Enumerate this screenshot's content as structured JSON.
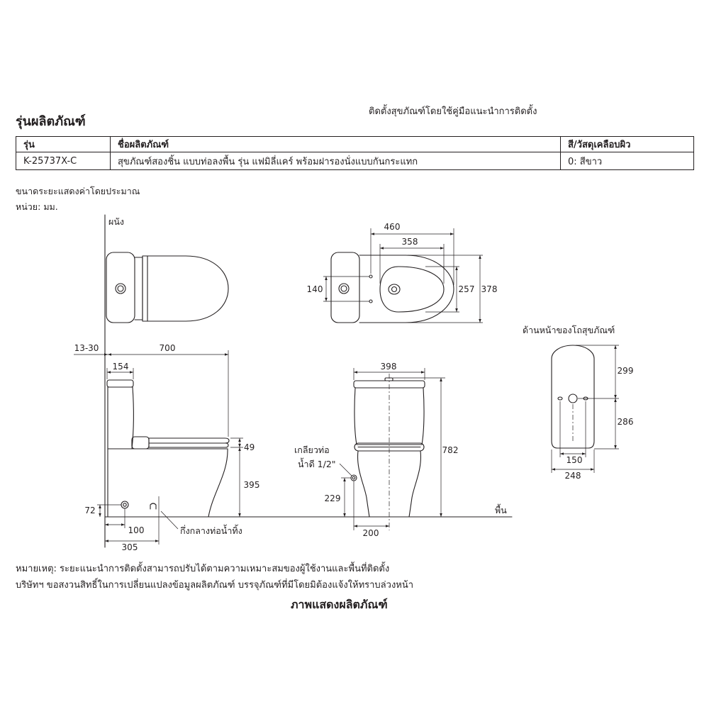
{
  "colors": {
    "ink": "#231f20",
    "paper": "#ffffff"
  },
  "header": {
    "install_note": "ติดตั้งสุขภัณฑ์โดยใช้คู่มือแนะนำการติดตั้ง",
    "section_title": "รุ่นผลิตภัณฑ์"
  },
  "table": {
    "columns": [
      "รุ่น",
      "ชื่อผลิตภัณฑ์",
      "สี/วัสดุเคลือบผิว"
    ],
    "rows": [
      [
        "K-25737X-C",
        "สุขภัณฑ์สองชิ้น แบบท่อลงพื้น รุ่น แฟมิลี่แคร์ พร้อมฝารองนั่งแบบกันกระแทก",
        "0: สีขาว"
      ]
    ]
  },
  "drawing": {
    "approx_note": "ขนาดระยะแสดงค่าโดยประมาณ",
    "unit_note": "หน่วย: มม.",
    "labels": {
      "wall": "ผนัง",
      "floor": "พื้น",
      "front_of_bowl": "ด้านหน้าของโถสุขภัณฑ์",
      "drain_center": "กึ่งกลางท่อน้ำทิ้ง",
      "inlet_line1": "เกลียวท่อ",
      "inlet_line2": "น้ำดี 1/2\""
    },
    "dimensions": {
      "top_view": {
        "span_outer": "460",
        "span_inner": "358",
        "hole_spacing": "140",
        "opening_width": "257",
        "bowl_width": "378"
      },
      "side_view": {
        "wall_gap": "13-30",
        "overall_depth": "700",
        "tank_depth": "154",
        "seat_lid": "49",
        "seat_height": "395",
        "inlet_height": "72",
        "inlet_from_wall": "100",
        "drain_from_wall": "305"
      },
      "front_view": {
        "tank_width": "398",
        "overall_height": "782",
        "inlet_height": "229",
        "inlet_offset": "200"
      },
      "bowl_front": {
        "upper": "299",
        "lower": "286",
        "hole_spacing": "150",
        "base_width": "248"
      }
    }
  },
  "footer": {
    "remark": "หมายเหตุ: ระยะแนะนำการติดตั้งสามารถปรับได้ตามความเหมาะสมของผู้ใช้งานและพื้นที่ติดตั้ง",
    "rights": "บริษัทฯ ขอสงวนสิทธิ์ในการเปลี่ยนแปลงข้อมูลผลิตภัณฑ์ บรรจุภัณฑ์ที่มีโดยมิต้องแจ้งให้ทราบล่วงหน้า",
    "caption": "ภาพแสดงผลิตภัณฑ์"
  }
}
